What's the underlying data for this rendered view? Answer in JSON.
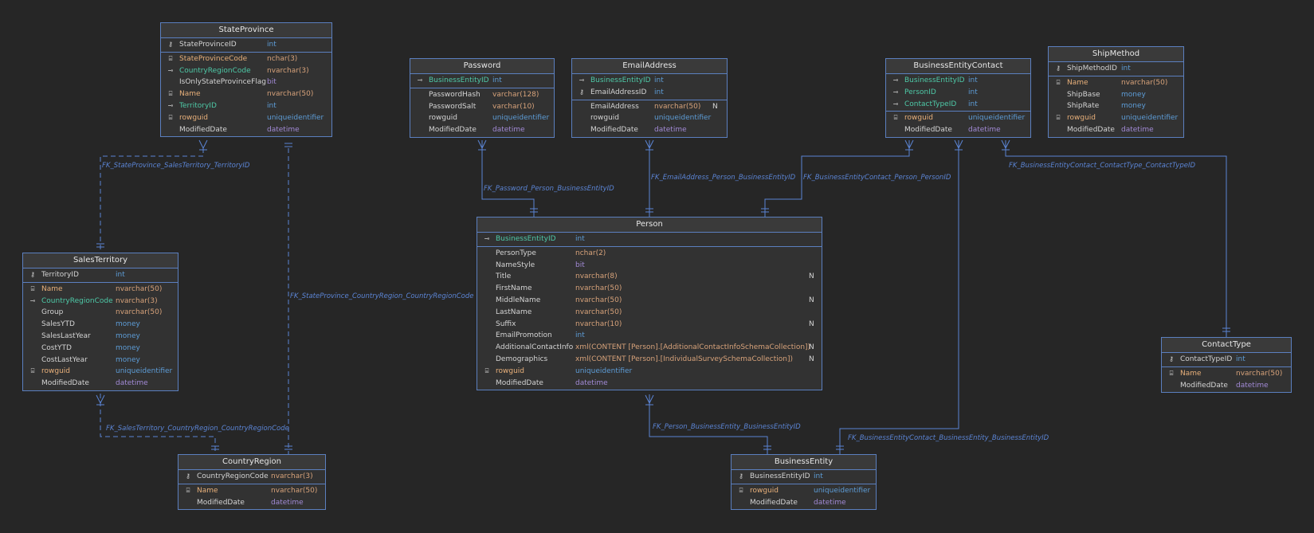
{
  "colors": {
    "background": "#262626",
    "border": "#5b7fbf",
    "connector": "#5b84d4",
    "type_numeric": "#5d9cd6",
    "type_string": "#d7a27a",
    "type_misc": "#a28ad6",
    "fk_name": "#4ec9a7",
    "index_name": "#e8b07a"
  },
  "tables": {
    "stateprovince": {
      "title": "StateProvince",
      "sections": [
        [
          {
            "icon": "key-icon",
            "name": "StateProvinceID",
            "type": "int",
            "nameClass": "n-plain",
            "typeClass": "t-int"
          }
        ],
        [
          {
            "icon": "index-icon",
            "name": "StateProvinceCode",
            "type": "nchar(3)",
            "nameClass": "n-idx",
            "typeClass": "t-str"
          },
          {
            "icon": "foreign-key-icon",
            "name": "CountryRegionCode",
            "type": "nvarchar(3)",
            "nameClass": "n-fk",
            "typeClass": "t-str"
          },
          {
            "icon": "",
            "name": "IsOnlyStateProvinceFlag",
            "type": "bit",
            "nameClass": "n-plain",
            "typeClass": "t-bit"
          },
          {
            "icon": "index-icon",
            "name": "Name",
            "type": "nvarchar(50)",
            "nameClass": "n-idx",
            "typeClass": "t-str"
          },
          {
            "icon": "foreign-key-icon",
            "name": "TerritoryID",
            "type": "int",
            "nameClass": "n-fk",
            "typeClass": "t-int"
          },
          {
            "icon": "index-icon",
            "name": "rowguid",
            "type": "uniqueidentifier",
            "nameClass": "n-idx",
            "typeClass": "t-uid"
          },
          {
            "icon": "",
            "name": "ModifiedDate",
            "type": "datetime",
            "nameClass": "n-plain",
            "typeClass": "t-date"
          }
        ]
      ]
    },
    "password": {
      "title": "Password",
      "sections": [
        [
          {
            "icon": "foreign-key-icon",
            "name": "BusinessEntityID",
            "type": "int",
            "nameClass": "n-fk",
            "typeClass": "t-int"
          }
        ],
        [
          {
            "icon": "",
            "name": "PasswordHash",
            "type": "varchar(128)",
            "nameClass": "n-plain",
            "typeClass": "t-str"
          },
          {
            "icon": "",
            "name": "PasswordSalt",
            "type": "varchar(10)",
            "nameClass": "n-plain",
            "typeClass": "t-str"
          },
          {
            "icon": "",
            "name": "rowguid",
            "type": "uniqueidentifier",
            "nameClass": "n-plain",
            "typeClass": "t-uid"
          },
          {
            "icon": "",
            "name": "ModifiedDate",
            "type": "datetime",
            "nameClass": "n-plain",
            "typeClass": "t-date"
          }
        ]
      ]
    },
    "emailaddress": {
      "title": "EmailAddress",
      "sections": [
        [
          {
            "icon": "foreign-key-icon",
            "name": "BusinessEntityID",
            "type": "int",
            "nameClass": "n-fk",
            "typeClass": "t-int"
          },
          {
            "icon": "key-icon",
            "name": "EmailAddressID",
            "type": "int",
            "nameClass": "n-plain",
            "typeClass": "t-int"
          }
        ],
        [
          {
            "icon": "",
            "name": "EmailAddress",
            "type": "nvarchar(50)",
            "nameClass": "n-plain",
            "typeClass": "t-str",
            "nullable": "N"
          },
          {
            "icon": "",
            "name": "rowguid",
            "type": "uniqueidentifier",
            "nameClass": "n-plain",
            "typeClass": "t-uid"
          },
          {
            "icon": "",
            "name": "ModifiedDate",
            "type": "datetime",
            "nameClass": "n-plain",
            "typeClass": "t-date"
          }
        ]
      ]
    },
    "businessentitycontact": {
      "title": "BusinessEntityContact",
      "sections": [
        [
          {
            "icon": "foreign-key-icon",
            "name": "BusinessEntityID",
            "type": "int",
            "nameClass": "n-fk",
            "typeClass": "t-int"
          },
          {
            "icon": "foreign-key-icon",
            "name": "PersonID",
            "type": "int",
            "nameClass": "n-fk",
            "typeClass": "t-int"
          },
          {
            "icon": "foreign-key-icon",
            "name": "ContactTypeID",
            "type": "int",
            "nameClass": "n-fk",
            "typeClass": "t-int"
          }
        ],
        [
          {
            "icon": "index-icon",
            "name": "rowguid",
            "type": "uniqueidentifier",
            "nameClass": "n-idx",
            "typeClass": "t-uid"
          },
          {
            "icon": "",
            "name": "ModifiedDate",
            "type": "datetime",
            "nameClass": "n-plain",
            "typeClass": "t-date"
          }
        ]
      ]
    },
    "shipmethod": {
      "title": "ShipMethod",
      "sections": [
        [
          {
            "icon": "key-icon",
            "name": "ShipMethodID",
            "type": "int",
            "nameClass": "n-plain",
            "typeClass": "t-int"
          }
        ],
        [
          {
            "icon": "index-icon",
            "name": "Name",
            "type": "nvarchar(50)",
            "nameClass": "n-idx",
            "typeClass": "t-str"
          },
          {
            "icon": "",
            "name": "ShipBase",
            "type": "money",
            "nameClass": "n-plain",
            "typeClass": "t-money"
          },
          {
            "icon": "",
            "name": "ShipRate",
            "type": "money",
            "nameClass": "n-plain",
            "typeClass": "t-money"
          },
          {
            "icon": "index-icon",
            "name": "rowguid",
            "type": "uniqueidentifier",
            "nameClass": "n-idx",
            "typeClass": "t-uid"
          },
          {
            "icon": "",
            "name": "ModifiedDate",
            "type": "datetime",
            "nameClass": "n-plain",
            "typeClass": "t-date"
          }
        ]
      ]
    },
    "person": {
      "title": "Person",
      "sections": [
        [
          {
            "icon": "foreign-key-icon",
            "name": "BusinessEntityID",
            "type": "int",
            "nameClass": "n-fk",
            "typeClass": "t-int"
          }
        ],
        [
          {
            "icon": "",
            "name": "PersonType",
            "type": "nchar(2)",
            "nameClass": "n-plain",
            "typeClass": "t-str"
          },
          {
            "icon": "",
            "name": "NameStyle",
            "type": "bit",
            "nameClass": "n-plain",
            "typeClass": "t-bit"
          },
          {
            "icon": "",
            "name": "Title",
            "type": "nvarchar(8)",
            "nameClass": "n-plain",
            "typeClass": "t-str",
            "nullable": "N"
          },
          {
            "icon": "",
            "name": "FirstName",
            "type": "nvarchar(50)",
            "nameClass": "n-plain",
            "typeClass": "t-str"
          },
          {
            "icon": "",
            "name": "MiddleName",
            "type": "nvarchar(50)",
            "nameClass": "n-plain",
            "typeClass": "t-str",
            "nullable": "N"
          },
          {
            "icon": "",
            "name": "LastName",
            "type": "nvarchar(50)",
            "nameClass": "n-plain",
            "typeClass": "t-str"
          },
          {
            "icon": "",
            "name": "Suffix",
            "type": "nvarchar(10)",
            "nameClass": "n-plain",
            "typeClass": "t-str",
            "nullable": "N"
          },
          {
            "icon": "",
            "name": "EmailPromotion",
            "type": "int",
            "nameClass": "n-plain",
            "typeClass": "t-int"
          },
          {
            "icon": "",
            "name": "AdditionalContactInfo",
            "type": "xml(CONTENT [Person].[AdditionalContactInfoSchemaCollection])",
            "nameClass": "n-plain",
            "typeClass": "t-str",
            "nullable": "N"
          },
          {
            "icon": "",
            "name": "Demographics",
            "type": "xml(CONTENT [Person].[IndividualSurveySchemaCollection])",
            "nameClass": "n-plain",
            "typeClass": "t-str",
            "nullable": "N"
          },
          {
            "icon": "index-icon",
            "name": "rowguid",
            "type": "uniqueidentifier",
            "nameClass": "n-idx",
            "typeClass": "t-uid"
          },
          {
            "icon": "",
            "name": "ModifiedDate",
            "type": "datetime",
            "nameClass": "n-plain",
            "typeClass": "t-date"
          }
        ]
      ]
    },
    "salesterritory": {
      "title": "SalesTerritory",
      "sections": [
        [
          {
            "icon": "key-icon",
            "name": "TerritoryID",
            "type": "int",
            "nameClass": "n-plain",
            "typeClass": "t-int"
          }
        ],
        [
          {
            "icon": "index-icon",
            "name": "Name",
            "type": "nvarchar(50)",
            "nameClass": "n-idx",
            "typeClass": "t-str"
          },
          {
            "icon": "foreign-key-icon",
            "name": "CountryRegionCode",
            "type": "nvarchar(3)",
            "nameClass": "n-fk",
            "typeClass": "t-str"
          },
          {
            "icon": "",
            "name": "Group",
            "type": "nvarchar(50)",
            "nameClass": "n-plain",
            "typeClass": "t-str"
          },
          {
            "icon": "",
            "name": "SalesYTD",
            "type": "money",
            "nameClass": "n-plain",
            "typeClass": "t-money"
          },
          {
            "icon": "",
            "name": "SalesLastYear",
            "type": "money",
            "nameClass": "n-plain",
            "typeClass": "t-money"
          },
          {
            "icon": "",
            "name": "CostYTD",
            "type": "money",
            "nameClass": "n-plain",
            "typeClass": "t-money"
          },
          {
            "icon": "",
            "name": "CostLastYear",
            "type": "money",
            "nameClass": "n-plain",
            "typeClass": "t-money"
          },
          {
            "icon": "index-icon",
            "name": "rowguid",
            "type": "uniqueidentifier",
            "nameClass": "n-idx",
            "typeClass": "t-uid"
          },
          {
            "icon": "",
            "name": "ModifiedDate",
            "type": "datetime",
            "nameClass": "n-plain",
            "typeClass": "t-date"
          }
        ]
      ]
    },
    "contacttype": {
      "title": "ContactType",
      "sections": [
        [
          {
            "icon": "key-icon",
            "name": "ContactTypeID",
            "type": "int",
            "nameClass": "n-plain",
            "typeClass": "t-int"
          }
        ],
        [
          {
            "icon": "index-icon",
            "name": "Name",
            "type": "nvarchar(50)",
            "nameClass": "n-idx",
            "typeClass": "t-str"
          },
          {
            "icon": "",
            "name": "ModifiedDate",
            "type": "datetime",
            "nameClass": "n-plain",
            "typeClass": "t-date"
          }
        ]
      ]
    },
    "countryregion": {
      "title": "CountryRegion",
      "sections": [
        [
          {
            "icon": "key-icon",
            "name": "CountryRegionCode",
            "type": "nvarchar(3)",
            "nameClass": "n-plain",
            "typeClass": "t-str"
          }
        ],
        [
          {
            "icon": "index-icon",
            "name": "Name",
            "type": "nvarchar(50)",
            "nameClass": "n-idx",
            "typeClass": "t-str"
          },
          {
            "icon": "",
            "name": "ModifiedDate",
            "type": "datetime",
            "nameClass": "n-plain",
            "typeClass": "t-date"
          }
        ]
      ]
    },
    "businessentity": {
      "title": "BusinessEntity",
      "sections": [
        [
          {
            "icon": "key-icon",
            "name": "BusinessEntityID",
            "type": "int",
            "nameClass": "n-plain",
            "typeClass": "t-int"
          }
        ],
        [
          {
            "icon": "index-icon",
            "name": "rowguid",
            "type": "uniqueidentifier",
            "nameClass": "n-idx",
            "typeClass": "t-uid"
          },
          {
            "icon": "",
            "name": "ModifiedDate",
            "type": "datetime",
            "nameClass": "n-plain",
            "typeClass": "t-date"
          }
        ]
      ]
    }
  },
  "relationships": {
    "sp_st": "FK_StateProvince_SalesTerritory_TerritoryID",
    "sp_cr": "FK_StateProvince_CountryRegion_CountryRegionCode",
    "pw_person": "FK_Password_Person_BusinessEntityID",
    "ea_person": "FK_EmailAddress_Person_BusinessEntityID",
    "bec_person": "FK_BusinessEntityContact_Person_PersonID",
    "bec_ct": "FK_BusinessEntityContact_ContactType_ContactTypeID",
    "st_cr": "FK_SalesTerritory_CountryRegion_CountryRegionCode",
    "person_be": "FK_Person_BusinessEntity_BusinessEntityID",
    "bec_be": "FK_BusinessEntityContact_BusinessEntity_BusinessEntityID"
  },
  "icons": {
    "key-icon": "⚷",
    "foreign-key-icon": "⊸",
    "index-icon": "⌸"
  }
}
